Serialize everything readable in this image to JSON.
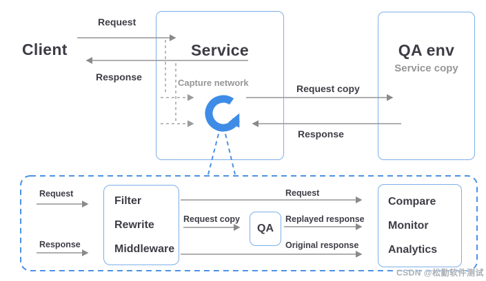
{
  "top": {
    "client_title": "Client",
    "request_label": "Request",
    "response_label": "Response",
    "service": {
      "title": "Service",
      "capture_label": "Capture network"
    },
    "request_copy_label": "Request copy",
    "response_right_label": "Response",
    "qa_env": {
      "title": "QA env",
      "subtitle": "Service copy"
    }
  },
  "bottom": {
    "request_in_label": "Request",
    "response_in_label": "Response",
    "processor_box": {
      "items": [
        "Filter",
        "Rewrite",
        "Middleware"
      ]
    },
    "request_out_label": "Request",
    "request_copy_label": "Request copy",
    "qa_box_label": "QA",
    "replayed_response_label": "Replayed response",
    "original_response_label": "Original response",
    "output_box": {
      "items": [
        "Compare",
        "Monitor",
        "Analytics"
      ]
    }
  },
  "watermark": "CSDN @松勤软件测试",
  "icons": {
    "capture_replay_icon": "circular-arrow (↻)"
  },
  "colors": {
    "accent_blue": "#4a90e2",
    "logo_blue": "#3e8ce6",
    "box_border_blue": "#7caee8",
    "line_gray": "#949494",
    "dashed_gray": "#a3a3a3",
    "text_dark": "#3c3c44",
    "text_gray": "#969696"
  }
}
